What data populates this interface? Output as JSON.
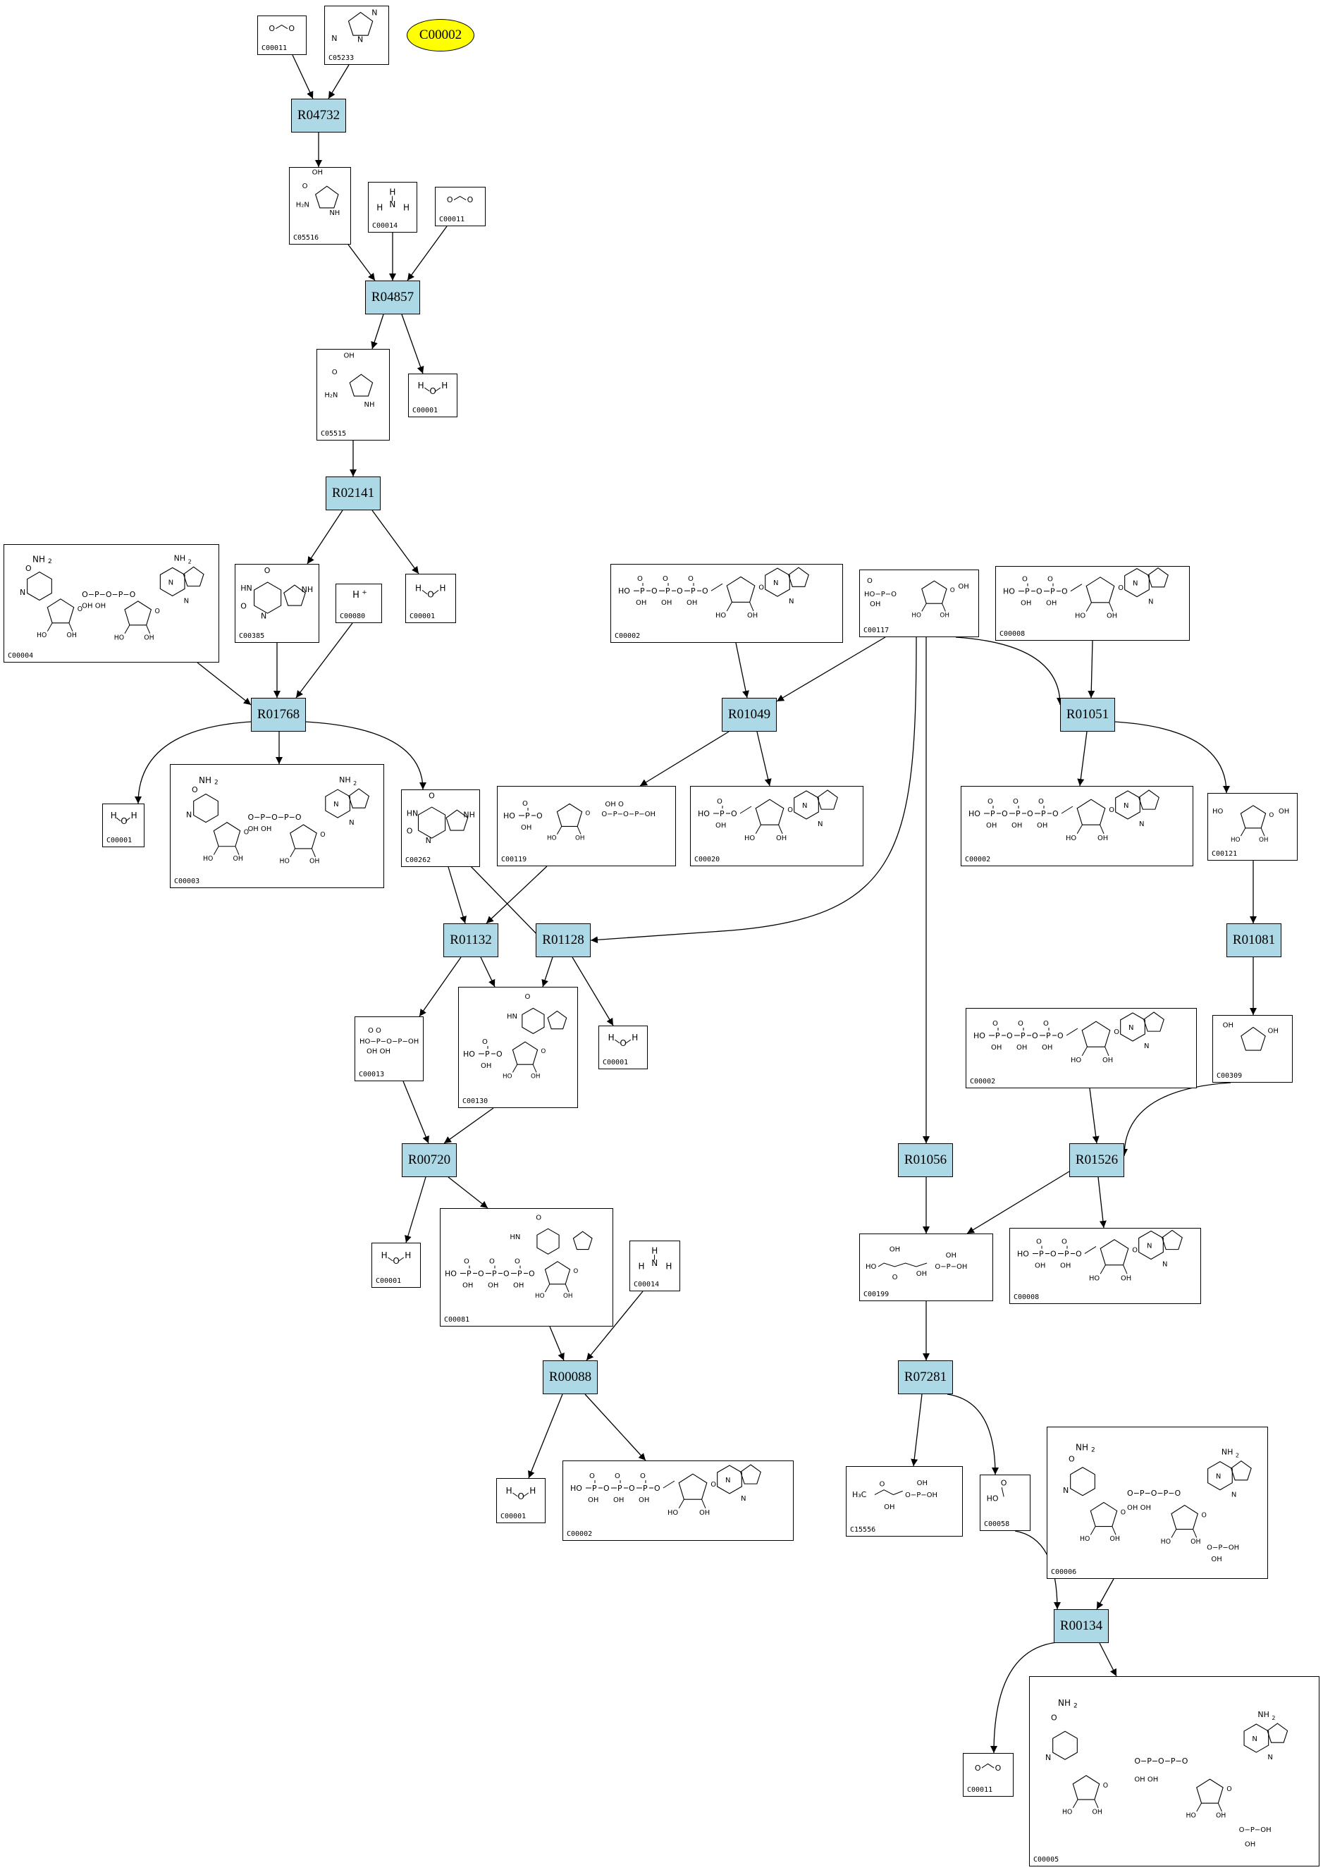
{
  "legend": {
    "compound": "C00002",
    "color": "#ffff00"
  },
  "colors": {
    "reaction_fill": "#add8e6",
    "stroke": "#000000"
  },
  "reactions": [
    {
      "id": "R04732",
      "label": "R04732"
    },
    {
      "id": "R04857",
      "label": "R04857"
    },
    {
      "id": "R02141",
      "label": "R02141"
    },
    {
      "id": "R01768",
      "label": "R01768"
    },
    {
      "id": "R01049",
      "label": "R01049"
    },
    {
      "id": "R01051",
      "label": "R01051"
    },
    {
      "id": "R01132",
      "label": "R01132"
    },
    {
      "id": "R01128",
      "label": "R01128"
    },
    {
      "id": "R01081",
      "label": "R01081"
    },
    {
      "id": "R00720",
      "label": "R00720"
    },
    {
      "id": "R01056",
      "label": "R01056"
    },
    {
      "id": "R01526",
      "label": "R01526"
    },
    {
      "id": "R00088",
      "label": "R00088"
    },
    {
      "id": "R07281",
      "label": "R07281"
    },
    {
      "id": "R00134",
      "label": "R00134"
    }
  ],
  "compounds": [
    {
      "key": "c1",
      "label": "C00011",
      "mol": "co2"
    },
    {
      "key": "c2",
      "label": "C05233",
      "mol": "imidazole"
    },
    {
      "key": "c3",
      "label": "C05516",
      "mol": "aica"
    },
    {
      "key": "c4",
      "label": "C00014",
      "mol": "nh3"
    },
    {
      "key": "c5",
      "label": "C00011",
      "mol": "co2"
    },
    {
      "key": "c6",
      "label": "C05515",
      "mol": "aica2"
    },
    {
      "key": "c7",
      "label": "C00001",
      "mol": "water"
    },
    {
      "key": "c8",
      "label": "C00004",
      "mol": "nad"
    },
    {
      "key": "c9",
      "label": "C00385",
      "mol": "xanthine"
    },
    {
      "key": "c10",
      "label": "C00080",
      "mol": "h"
    },
    {
      "key": "c11",
      "label": "C00001",
      "mol": "water"
    },
    {
      "key": "c12",
      "label": "C00002",
      "mol": "atp"
    },
    {
      "key": "c13",
      "label": "C00117",
      "mol": "ribose5p"
    },
    {
      "key": "c14",
      "label": "C00008",
      "mol": "adp"
    },
    {
      "key": "c15",
      "label": "C00001",
      "mol": "water"
    },
    {
      "key": "c16",
      "label": "C00003",
      "mol": "nad"
    },
    {
      "key": "c17",
      "label": "C00262",
      "mol": "hypoxanthine"
    },
    {
      "key": "c18",
      "label": "C00119",
      "mol": "prpp"
    },
    {
      "key": "c19",
      "label": "C00020",
      "mol": "amp"
    },
    {
      "key": "c20",
      "label": "C00002",
      "mol": "atp"
    },
    {
      "key": "c21",
      "label": "C00121",
      "mol": "ribose"
    },
    {
      "key": "c22",
      "label": "C00013",
      "mol": "ppi"
    },
    {
      "key": "c23",
      "label": "C00130",
      "mol": "imp"
    },
    {
      "key": "c24",
      "label": "C00001",
      "mol": "water"
    },
    {
      "key": "c25",
      "label": "C00002",
      "mol": "atp"
    },
    {
      "key": "c26",
      "label": "C00309",
      "mol": "ribulose"
    },
    {
      "key": "c27",
      "label": "C00001",
      "mol": "water"
    },
    {
      "key": "c28",
      "label": "C00081",
      "mol": "itp"
    },
    {
      "key": "c29",
      "label": "C00014",
      "mol": "nh3"
    },
    {
      "key": "c30",
      "label": "C00199",
      "mol": "ru5p"
    },
    {
      "key": "c31",
      "label": "C00008",
      "mol": "adp"
    },
    {
      "key": "c32",
      "label": "C00001",
      "mol": "water"
    },
    {
      "key": "c33",
      "label": "C00002",
      "mol": "atp"
    },
    {
      "key": "c34",
      "label": "C15556",
      "mol": "dhbp"
    },
    {
      "key": "c35",
      "label": "C00058",
      "mol": "formate"
    },
    {
      "key": "c36",
      "label": "C00006",
      "mol": "nadp"
    },
    {
      "key": "c37",
      "label": "C00011",
      "mol": "co2"
    },
    {
      "key": "c38",
      "label": "C00005",
      "mol": "nadp"
    }
  ]
}
